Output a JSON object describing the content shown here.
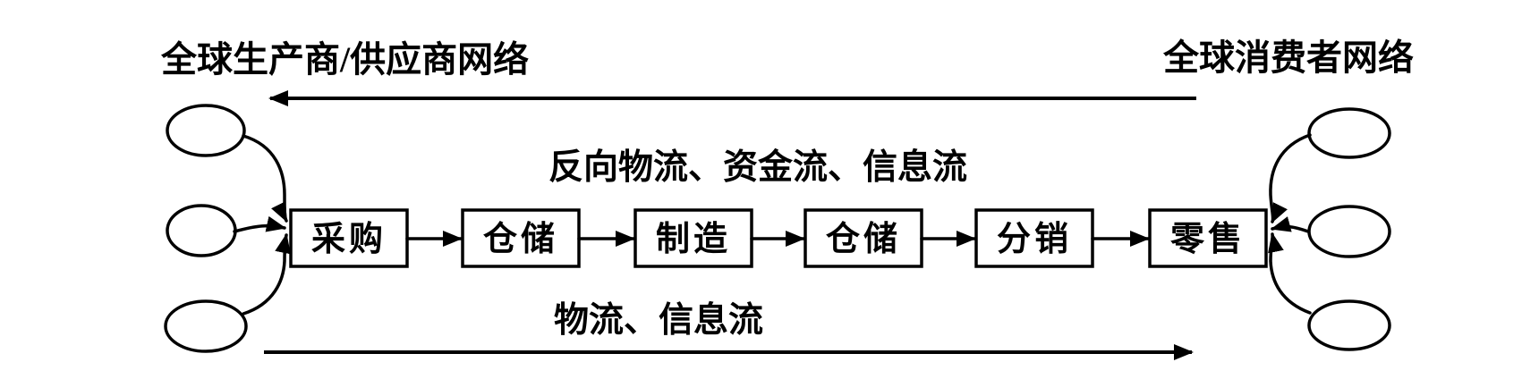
{
  "diagram": {
    "networks": {
      "supplier_network_label": "全球生产商/供应商网络",
      "consumer_network_label": "全球消费者网络"
    },
    "flows": {
      "reverse_flow_label": "反向物流、资金流、信息流",
      "forward_flow_label": "物流、信息流"
    },
    "process_chain": [
      {
        "label": "采购"
      },
      {
        "label": "仓储"
      },
      {
        "label": "制造"
      },
      {
        "label": "仓储"
      },
      {
        "label": "分销"
      },
      {
        "label": "零售"
      }
    ],
    "colors": {
      "line": "#000000",
      "text": "#000000",
      "background": "#ffffff"
    }
  }
}
